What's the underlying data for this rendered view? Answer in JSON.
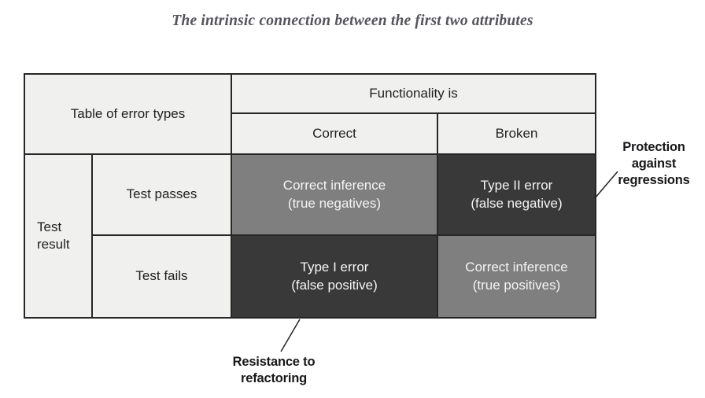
{
  "title": "The intrinsic connection between the first two attributes",
  "table": {
    "corner_label": "Table of error types",
    "col_group_header": "Functionality is",
    "col_headers": {
      "correct": "Correct",
      "broken": "Broken"
    },
    "row_group_header": "Test\nresult",
    "row_headers": {
      "passes": "Test passes",
      "fails": "Test fails"
    },
    "cells": {
      "pass_correct": "Correct inference\n(true negatives)",
      "pass_broken": "Type II error\n(false negative)",
      "fail_correct": "Type I error\n(false positive)",
      "fail_broken": "Correct inference\n(true positives)"
    }
  },
  "annotations": {
    "protection": "Protection\nagainst\nregressions",
    "resistance": "Resistance to\nrefactoring"
  },
  "colors": {
    "cell_light": "#f0f0ee",
    "cell_mid_gray": "#7f7f7f",
    "cell_dark_gray": "#393939",
    "border": "#262626",
    "title_text": "#54545c",
    "cell_text_dark": "#1f1f1f",
    "cell_text_light": "#f5f5f5",
    "annotation_text": "#18181a",
    "leader_line": "#222222"
  }
}
